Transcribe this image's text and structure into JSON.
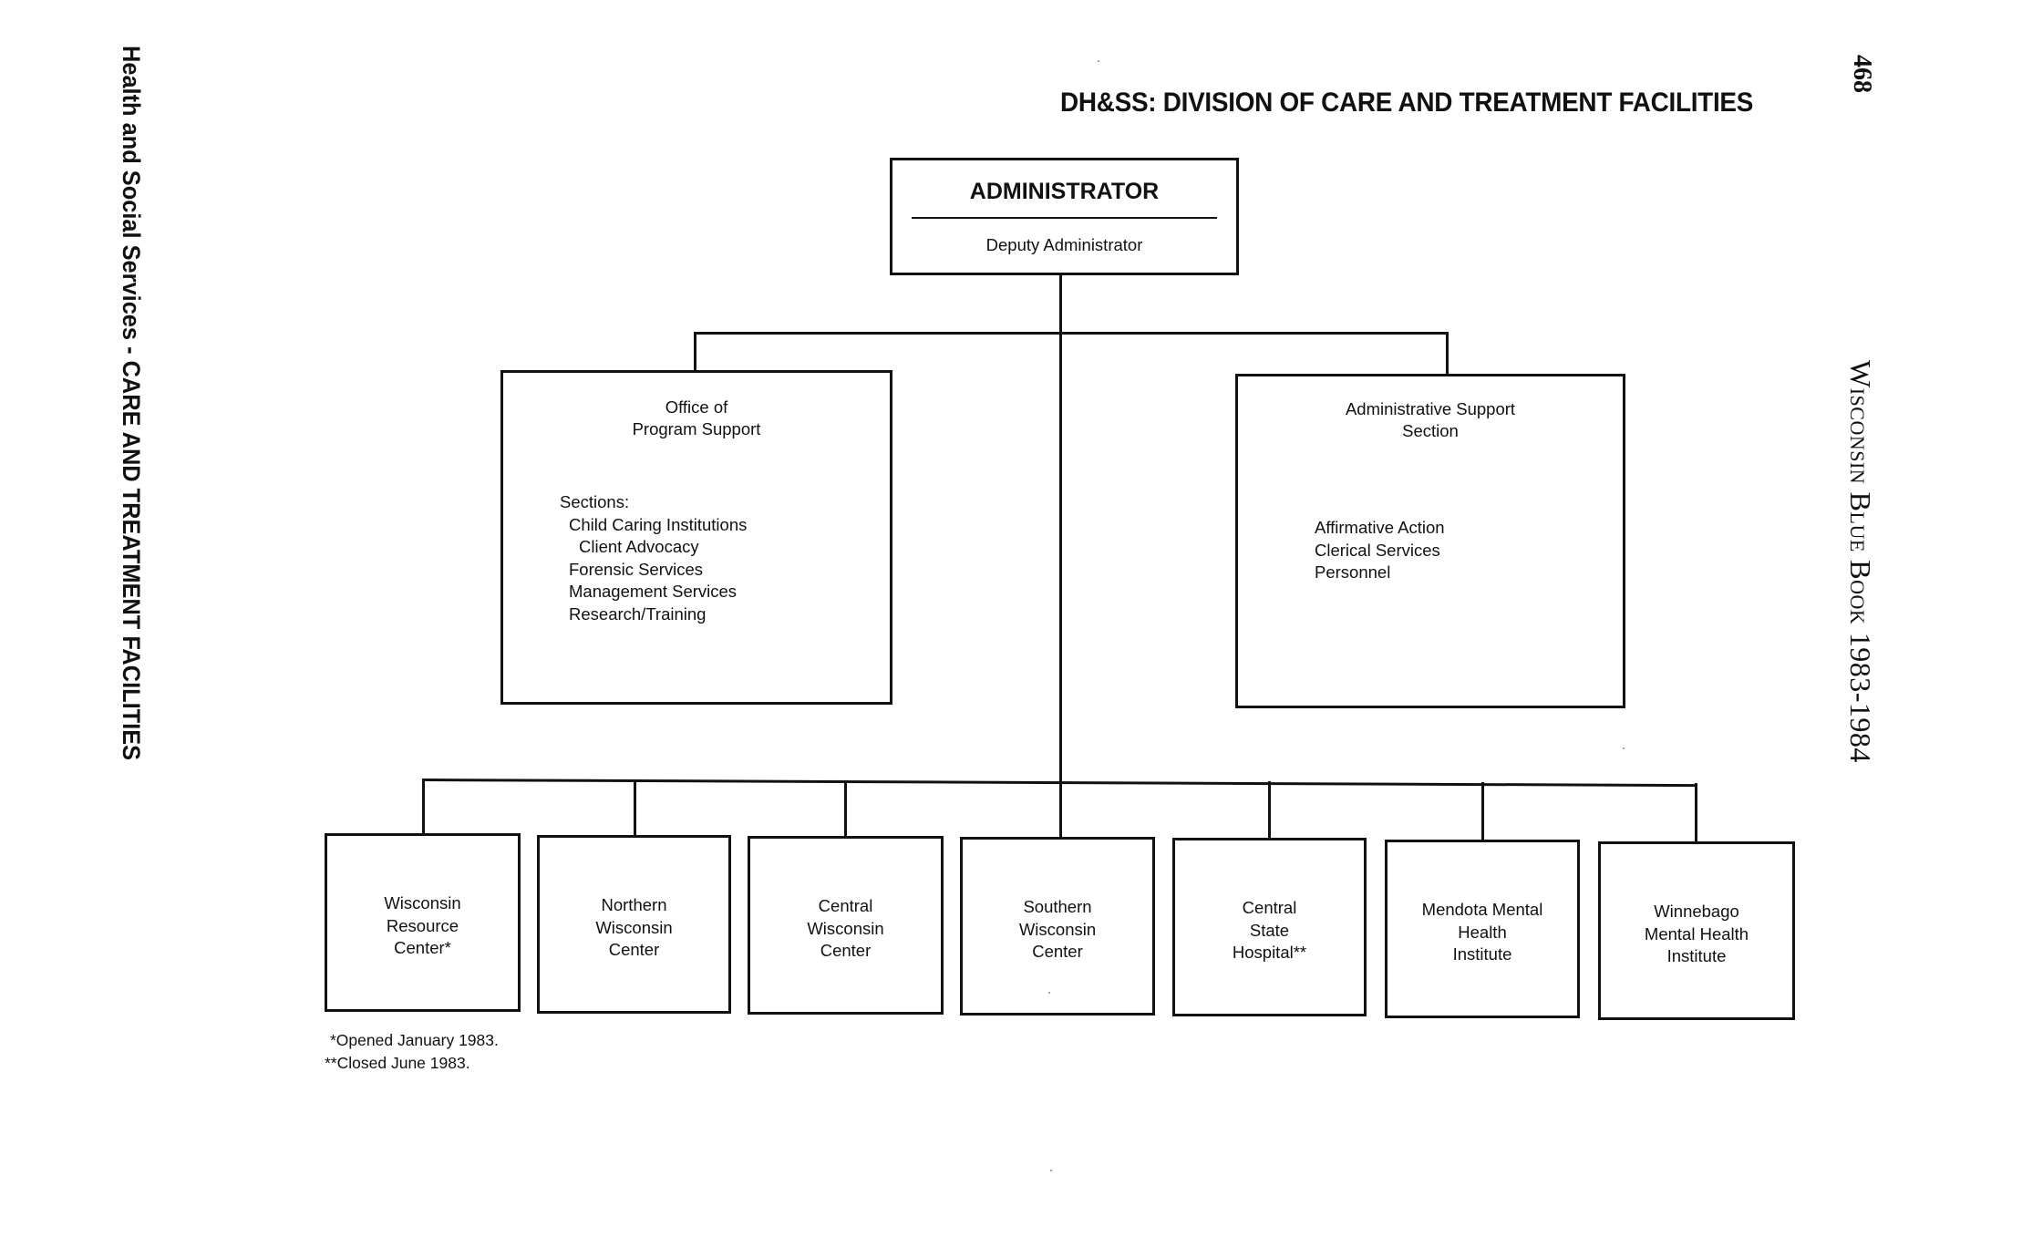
{
  "page": {
    "page_number": "468",
    "title": "DH&SS: DIVISION OF CARE AND TREATMENT FACILITIES",
    "left_running_head": "Health and Social Services - CARE AND TREATMENT FACILITIES",
    "right_running_head": "Wisconsin Blue Book 1983-1984"
  },
  "chart": {
    "administrator": {
      "title": "ADMINISTRATOR",
      "subtitle": "Deputy Administrator"
    },
    "offices": [
      {
        "title_lines": [
          "Office of",
          "Program Support"
        ],
        "sections_label": "Sections:",
        "items": [
          "Child Caring Institutions",
          "Client Advocacy",
          "Forensic Services",
          "Management Services",
          "Research/Training"
        ]
      },
      {
        "title_lines": [
          "Administrative Support",
          "Section"
        ],
        "items": [
          "Affirmative Action",
          "Clerical Services",
          "Personnel"
        ]
      }
    ],
    "facilities": [
      {
        "lines": [
          "Wisconsin",
          "Resource",
          "Center*"
        ]
      },
      {
        "lines": [
          "Northern",
          "Wisconsin",
          "Center"
        ]
      },
      {
        "lines": [
          "Central",
          "Wisconsin",
          "Center"
        ]
      },
      {
        "lines": [
          "Southern",
          "Wisconsin",
          "Center"
        ]
      },
      {
        "lines": [
          "Central",
          "State",
          "Hospital**"
        ]
      },
      {
        "lines": [
          "Mendota Mental",
          "Health",
          "Institute"
        ]
      },
      {
        "lines": [
          "Winnebago",
          "Mental Health",
          "Institute"
        ]
      }
    ]
  },
  "footnotes": [
    "*Opened January 1983.",
    "**Closed June 1983."
  ]
}
